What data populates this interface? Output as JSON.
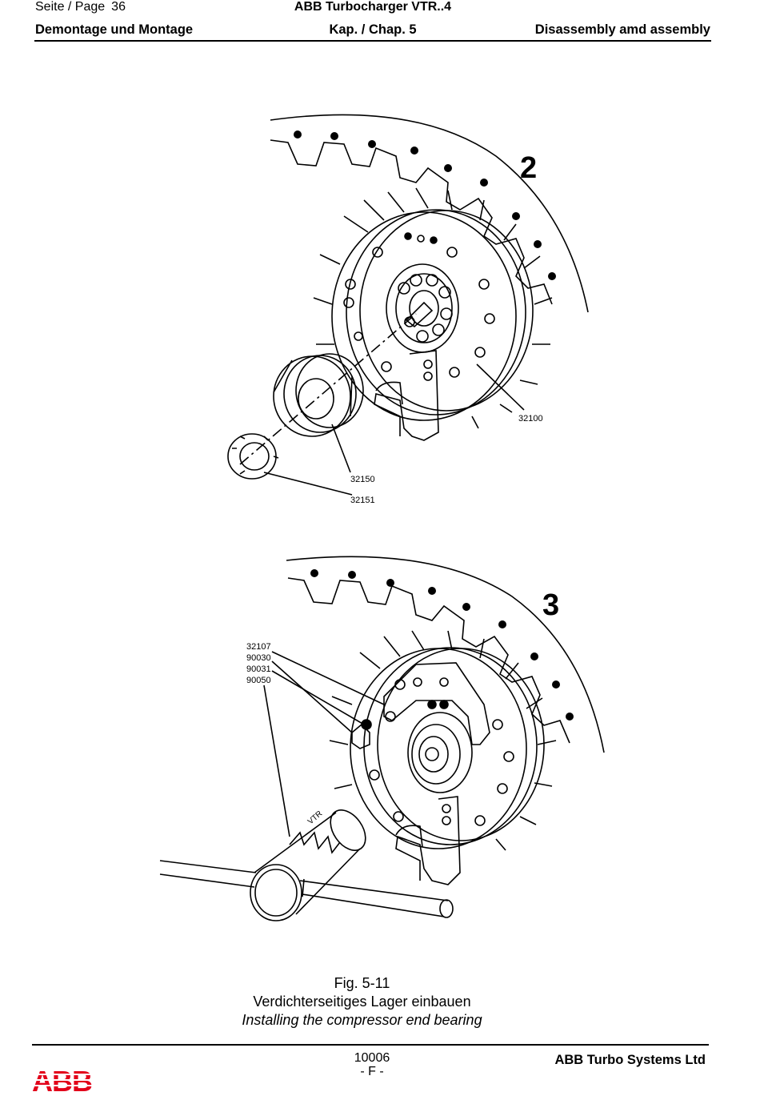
{
  "header": {
    "page_label": "Seite / Page",
    "page_number": "36",
    "product": "ABB Turbocharger VTR..4",
    "section_de": "Demontage und Montage",
    "chapter": "Kap. / Chap. 5",
    "section_en": "Disassembly amd assembly"
  },
  "figure": {
    "step_top": "2",
    "step_bottom": "3",
    "parts_top": [
      "32100",
      "32150",
      "32151"
    ],
    "parts_bottom": [
      "32107",
      "90030",
      "90031",
      "90050"
    ],
    "tool_marking": "VTR"
  },
  "caption": {
    "number": "Fig. 5-11",
    "german": "Verdichterseitiges Lager einbauen",
    "english": "Installing the compressor end bearing"
  },
  "footer": {
    "doc_code": "10006",
    "revision": "- F -",
    "company": "ABB Turbo Systems Ltd",
    "logo_text": "ABB",
    "logo_color": "#e2001a"
  }
}
